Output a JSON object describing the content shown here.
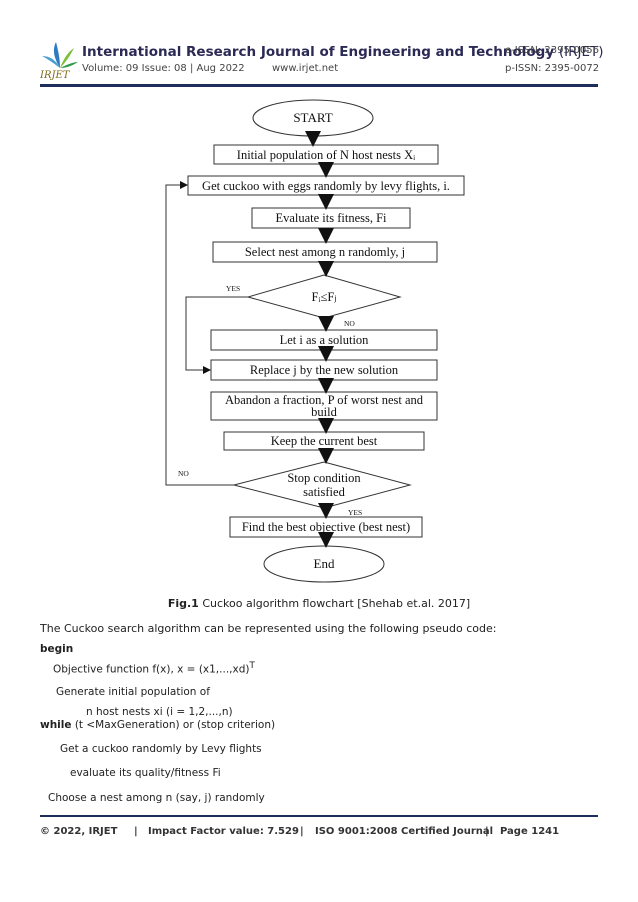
{
  "header": {
    "journal_title": "International Research Journal of Engineering and Technology",
    "journal_abbr": "(IRJET)",
    "volume": "Volume: 09 Issue: 08 | Aug 2022",
    "website": "www.irjet.net",
    "eissn": "e-ISSN: 2395-0056",
    "pissn": "p-ISSN: 2395-0072",
    "logo_text": "IRJET"
  },
  "flowchart": {
    "start": "START",
    "init": "Initial population of N host nests Xᵢ",
    "get_cuckoo": "Get cuckoo with eggs randomly by levy flights, i.",
    "evaluate": "Evaluate its fitness, Fi",
    "select": "Select nest among n randomly, j",
    "compare": "Fᵢ≤Fⱼ",
    "yes1": "YES",
    "no1": "NO",
    "let_i": "Let i as a solution",
    "replace": "Replace j by the new solution",
    "abandon_1": "Abandon a fraction, P of worst nest and",
    "abandon_2": "build",
    "keep": "Keep the current best",
    "stop_1": "Stop condition",
    "stop_2": "satisfied",
    "no2": "NO",
    "yes2": "YES",
    "find": "Find the best objective (best nest)",
    "end": "End"
  },
  "caption": {
    "label": "Fig.1",
    "text": " Cuckoo algorithm flowchart [Shehab et.al. 2017]"
  },
  "paragraph": "The Cuckoo search algorithm can be represented using the following pseudo code:",
  "pseudocode": {
    "begin": "begin",
    "line1": "Objective function f(x), x = (x1,...,xd)",
    "line1_sup": "T",
    "line2": "Generate initial population of",
    "line3": "n host nests xi (i = 1,2,...,n)",
    "while_kw": "while",
    "while_rest": " (t <MaxGeneration) or (stop criterion)",
    "line5": "Get a cuckoo randomly by Levy flights",
    "line6": "evaluate its quality/fitness Fi",
    "line7": "Choose a nest among n (say, j) randomly"
  },
  "footer": {
    "copyright": "© 2022, IRJET",
    "impact": "Impact Factor value: 7.529",
    "iso": "ISO 9001:2008 Certified Journal",
    "page": "Page 1241",
    "sep": "|"
  }
}
